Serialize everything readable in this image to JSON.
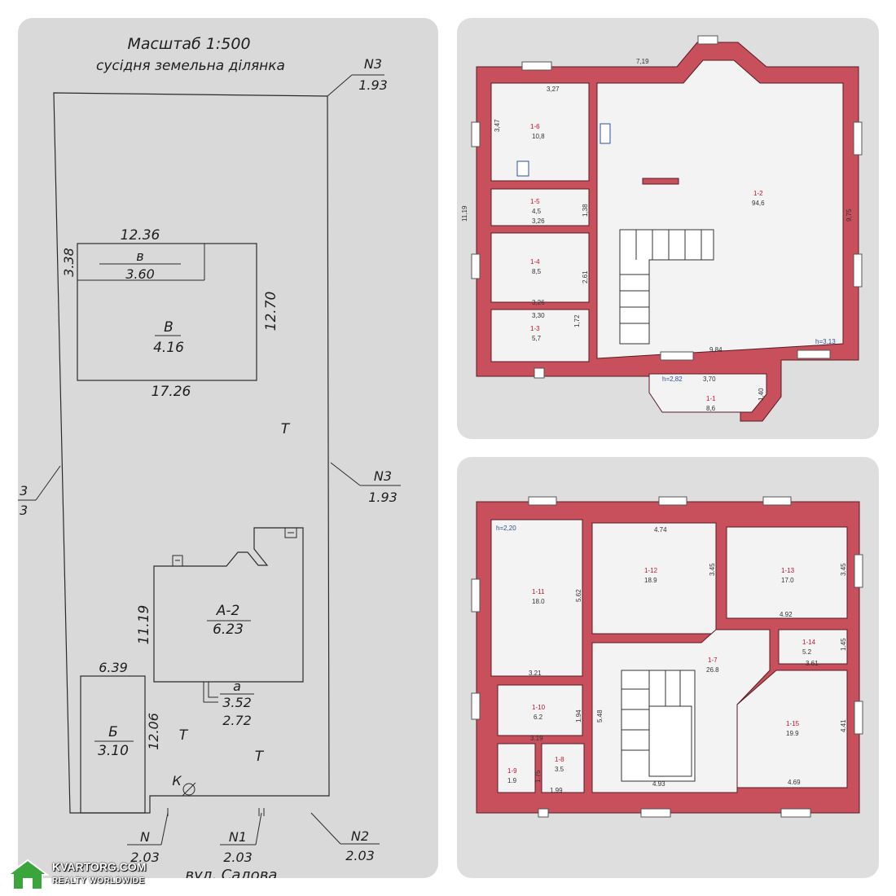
{
  "site_plan": {
    "title_line1": "Масштаб 1:500",
    "title_line2": "сусідня земельна ділянка",
    "n3_top_label": "N3",
    "n3_top_value": "1.93",
    "n3_mid_label": "N3",
    "n3_mid_value": "1.93",
    "left_cut_top": "3",
    "left_cut_bottom": "3",
    "building_b": {
      "width": "12.36",
      "left_side": "3.38",
      "porch_letter": "в",
      "porch_value": "3.60",
      "letter": "В",
      "value": "4.16",
      "right_side": "12.70",
      "bottom": "17.26"
    },
    "building_a": {
      "letter": "А-2",
      "value": "6.23",
      "left_side": "11.19",
      "porch_letter": "а",
      "porch_value": "3.52",
      "bottom": "2.72"
    },
    "building_bb": {
      "top": "6.39",
      "letter": "Б",
      "value": "3.10",
      "right_side": "12.06"
    },
    "t_marks": [
      "Т",
      "Т",
      "Т"
    ],
    "well_label": "К",
    "n_label": "N",
    "n_value": "2.03",
    "n1_label": "N1",
    "n1_value": "2.03",
    "n2_label": "N2",
    "n2_value": "2.03",
    "street": "вул. Садова"
  },
  "floor1": {
    "dims": [
      "7,19",
      "3,27",
      "3,47",
      "11,19",
      "3,26",
      "1,38",
      "3,26",
      "2,61",
      "3,30",
      "1,72",
      "9,84",
      "3,70",
      "9,75",
      "1,40"
    ],
    "heights": [
      "h=3,13",
      "h=2,82"
    ],
    "rooms": [
      {
        "id": "1-6",
        "area": "10,8"
      },
      {
        "id": "1-5",
        "area": "4,5"
      },
      {
        "id": "1-4",
        "area": "8,5"
      },
      {
        "id": "1-3",
        "area": "5,7"
      },
      {
        "id": "1-2",
        "area": "94,6"
      },
      {
        "id": "1-1",
        "area": "8,6"
      }
    ]
  },
  "floor2": {
    "dims": [
      "4.74",
      "5.62",
      "3.45",
      "3.45",
      "4.92",
      "1.45",
      "3.61",
      "3.21",
      "1.94",
      "5.48",
      "3.19",
      "1.75",
      "1.99",
      "4.93",
      "4.41",
      "4.69"
    ],
    "heights": [
      "h=2,20"
    ],
    "rooms": [
      {
        "id": "1-11",
        "area": "18.0"
      },
      {
        "id": "1-12",
        "area": "18.9"
      },
      {
        "id": "1-13",
        "area": "17.0"
      },
      {
        "id": "1-14",
        "area": "5.2"
      },
      {
        "id": "1-7",
        "area": "26.8"
      },
      {
        "id": "1-10",
        "area": "6.2"
      },
      {
        "id": "1-15",
        "area": "19.9"
      },
      {
        "id": "1-9",
        "area": "1.9"
      },
      {
        "id": "1-8",
        "area": "3.5"
      }
    ]
  },
  "watermark": {
    "title": "KVARTORG.COM",
    "subtitle": "REALTY WORLDWIDE"
  },
  "colors": {
    "wall": "#c8505c",
    "room": "#f3f3f3",
    "paper": "#d9d9d9"
  }
}
